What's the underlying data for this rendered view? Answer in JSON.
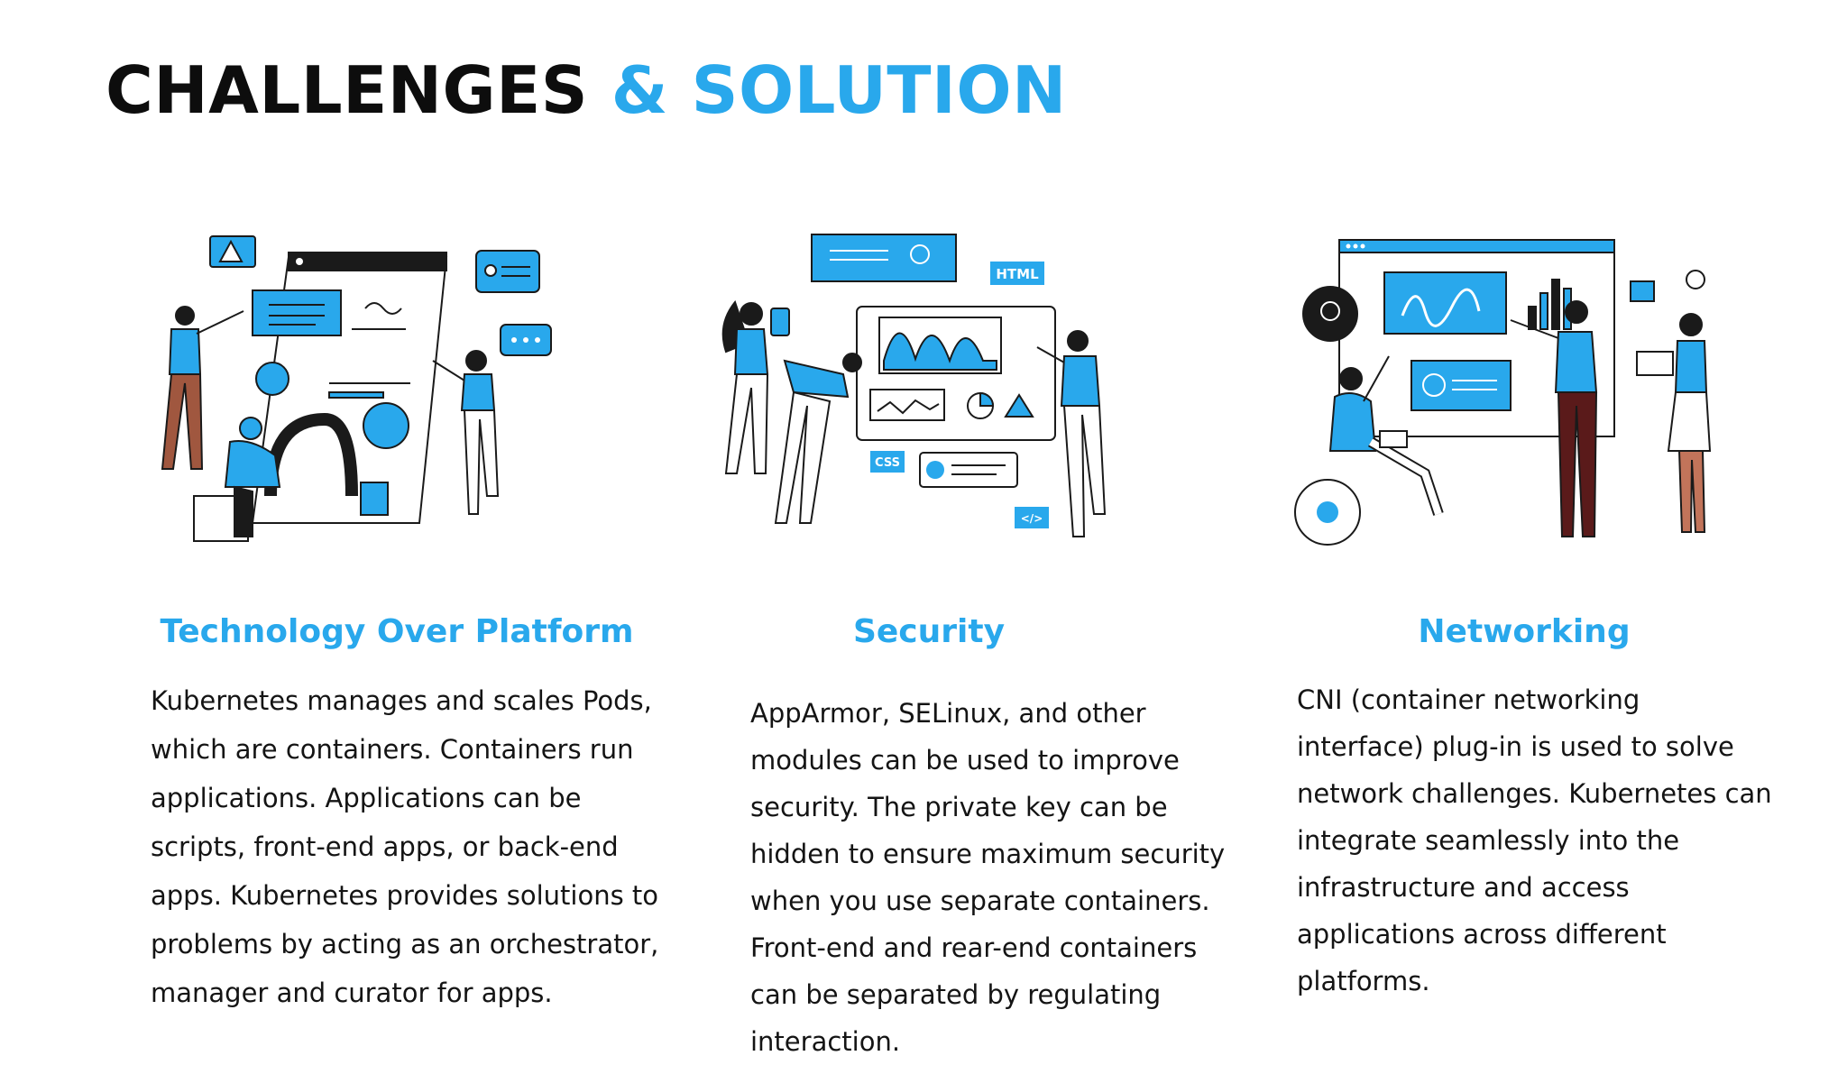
{
  "title": {
    "part1": "CHALLENGES",
    "part2": "& SOLUTION"
  },
  "colors": {
    "accent": "#29a8ec",
    "dark": "#0d0d0d"
  },
  "columns": [
    {
      "illustration_icon": "team-building-app-illustration",
      "heading": "Technology Over Platform",
      "body": "Kubernetes manages and scales Pods, which are containers. Containers run applications. Applications can be scripts, front-end apps, or back-end apps. Kubernetes provides solutions to problems by acting as an orchestrator, manager and curator for apps."
    },
    {
      "illustration_icon": "team-web-development-illustration",
      "heading": "Security",
      "body": "AppArmor, SELinux, and other modules can be used to improve security. The private key can be hidden to ensure maximum security when you use separate containers. Front-end and rear-end containers can be separated by regulating interaction.",
      "badges": {
        "html": "HTML",
        "css": "CSS",
        "code": "</>"
      }
    },
    {
      "illustration_icon": "team-presentation-illustration",
      "heading": "Networking",
      "body": "CNI (container networking interface) plug-in is used to solve network challenges. Kubernetes can integrate seamlessly into the infrastructure and access applications across different platforms."
    }
  ]
}
